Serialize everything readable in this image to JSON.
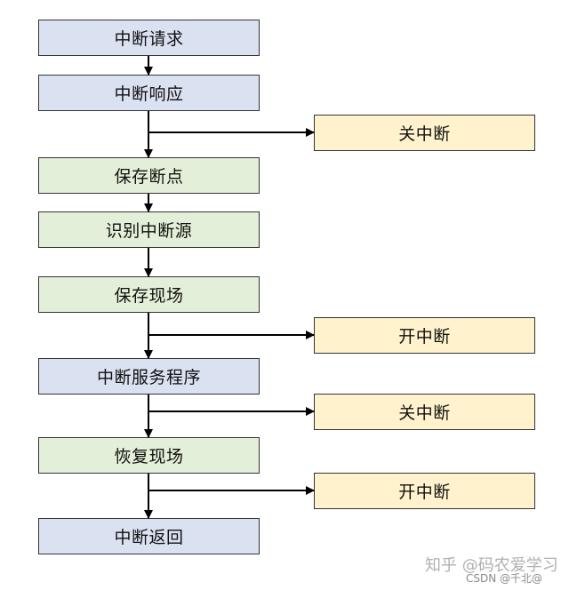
{
  "flow": {
    "interrupt_request": "中断请求",
    "interrupt_response": "中断响应",
    "save_breakpoint": "保存断点",
    "identify_source": "识别中断源",
    "save_context": "保存现场",
    "interrupt_service_routine": "中断服务程序",
    "restore_context": "恢复现场",
    "interrupt_return": "中断返回"
  },
  "side": {
    "disable_interrupt_1": "关中断",
    "enable_interrupt_1": "开中断",
    "disable_interrupt_2": "关中断",
    "enable_interrupt_2": "开中断"
  },
  "colors": {
    "blue_box": "#dae1f1",
    "green_box": "#e3efd8",
    "yellow_box": "#fff2cc",
    "stroke": "#333333"
  },
  "watermark": {
    "zhihu": "知乎 @码农爱学习",
    "csdn": "CSDN @千北@"
  }
}
